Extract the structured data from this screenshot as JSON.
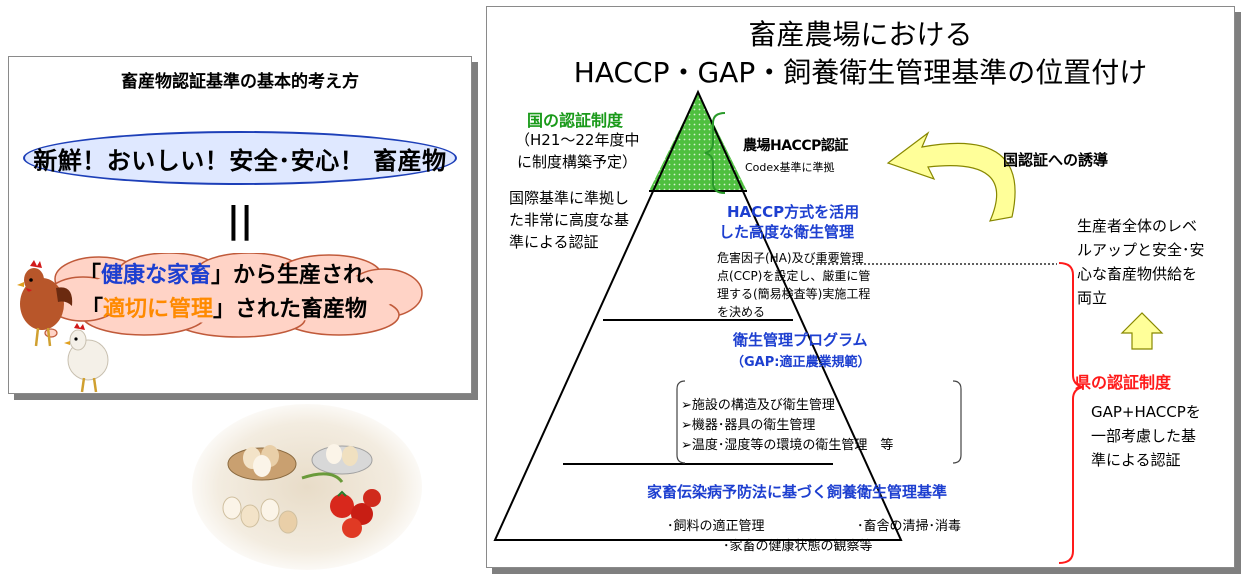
{
  "left": {
    "title": "畜産物認証基準の基本的考え方",
    "slogan": "新鮮！おいしい！安全･安心！ 畜産物",
    "equal": "||",
    "cloud": {
      "l1_open": "「",
      "l1_highlight": "健康な家畜",
      "l1_rest": "」から生産され、",
      "l2_open": "「",
      "l2_highlight": "適切に管理",
      "l2_rest": "」された畜産物"
    }
  },
  "right": {
    "title_line1": "畜産農場における",
    "title_line2": "HACCP・GAP・飼養衛生管理基準の位置付け",
    "national": {
      "heading": "国の認証制度",
      "note_l1": "（H21〜22年度中",
      "note_l2": "に制度構築予定）",
      "desc_l1": "国際基準に準拠し",
      "desc_l2": "た非常に高度な基",
      "desc_l3": "準による認証"
    },
    "tier1": {
      "title": "農場HACCP認証",
      "sub": "Codex基準に準拠"
    },
    "arrow_label": "国認証への誘導",
    "tier2": {
      "title_l1": "HACCP方式を活用",
      "title_l2": "した高度な衛生管理",
      "desc_l1": "危害因子(HA)及び重要管理",
      "desc_l2": "点(CCP)を設定し、厳重に管",
      "desc_l3": "理する(簡易検査等)実施工程",
      "desc_l4": "を決める"
    },
    "tier3": {
      "title_l1": "衛生管理プログラム",
      "title_l2": "（GAP:適正農業規範）",
      "items": [
        "➢施設の構造及び衛生管理",
        "➢機器･器具の衛生管理",
        "➢温度･湿度等の環境の衛生管理　等"
      ]
    },
    "tier4": {
      "title": "家畜伝染病予防法に基づく飼養衛生管理基準",
      "item1": "･飼料の適正管理",
      "item2": "･畜舎の清掃･消毒",
      "item3": "･家畜の健康状態の観察等"
    },
    "producer": {
      "l1": "生産者全体のレベ",
      "l2": "ルアップと安全･安",
      "l3": "心な畜産物供給を",
      "l4": "両立"
    },
    "prefecture": {
      "heading": "県の認証制度",
      "l1": "GAP+HACCPを",
      "l2": "一部考慮した基",
      "l3": "準による認証"
    }
  },
  "colors": {
    "blue": "#1d3fd0",
    "green": "#1a9a1a",
    "red": "#ff1a1a",
    "orange": "#ff8a00",
    "apex_fill": "#4fbf3f",
    "cloud_fill": "#ffd3c6",
    "oval_fill": "#dfe8ff",
    "arrow_fill": "#ffff99"
  },
  "icons": {
    "chickens": "chicken-illustration",
    "food": "eggs-tomatoes-illustration",
    "up_arrow": "up-arrow-icon",
    "curved_arrow": "curved-arrow-icon"
  }
}
